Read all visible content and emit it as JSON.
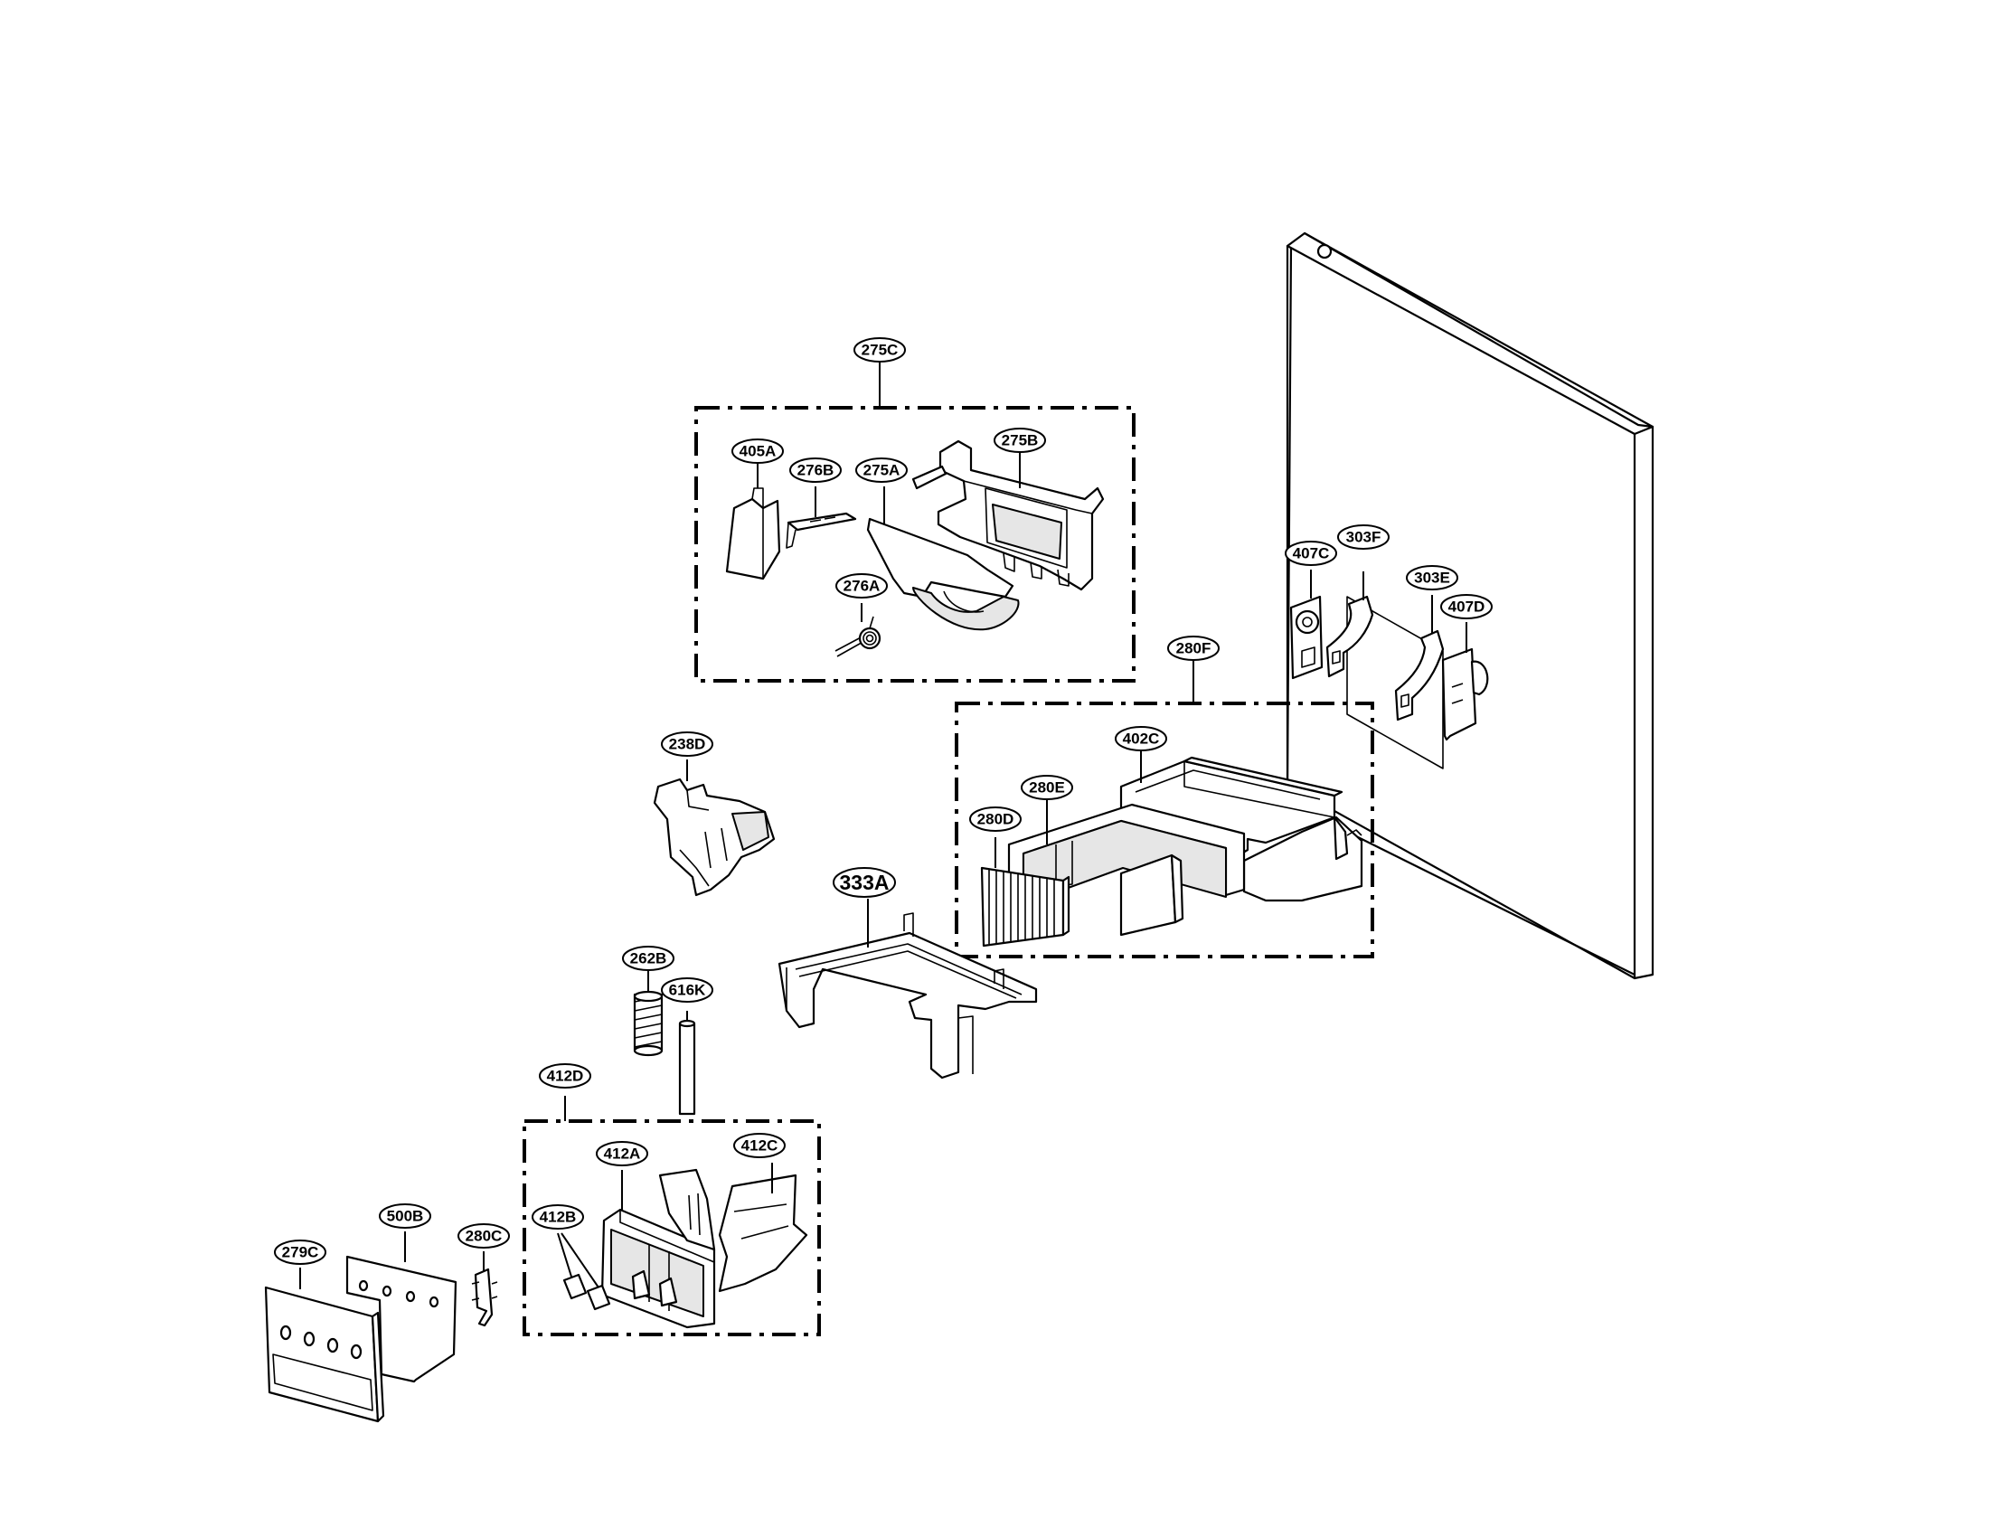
{
  "callouts": {
    "c275C": "275C",
    "c405A": "405A",
    "c276B": "276B",
    "c275A": "275A",
    "c275B": "275B",
    "c276A": "276A",
    "c407C": "407C",
    "c303F": "303F",
    "c303E": "303E",
    "c407D": "407D",
    "c280F": "280F",
    "c402C": "402C",
    "c280E": "280E",
    "c280D": "280D",
    "c238D": "238D",
    "c333A": "333A",
    "c262B": "262B",
    "c616K": "616K",
    "c412D": "412D",
    "c412A": "412A",
    "c412C": "412C",
    "c412B": "412B",
    "c279C": "279C",
    "c500B": "500B",
    "c280C": "280C"
  }
}
